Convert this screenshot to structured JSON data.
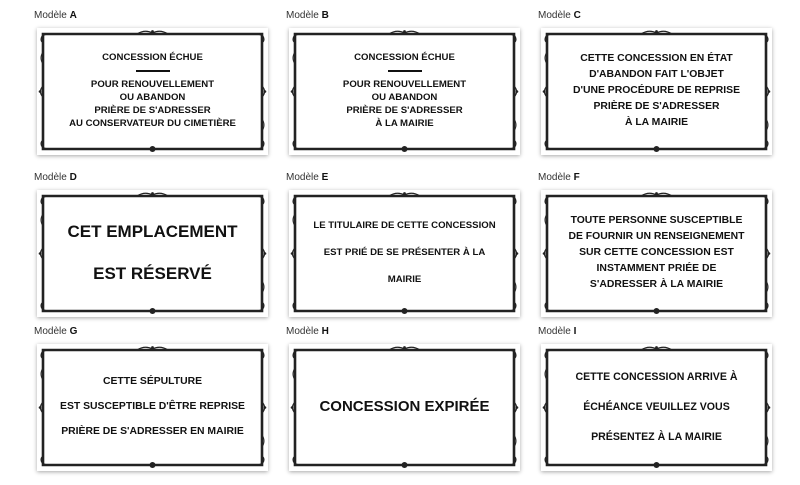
{
  "caption_prefix": "Modèle",
  "models": [
    {
      "letter": "A",
      "lines": [
        "CONCESSION ÉCHUE",
        "POUR RENOUVELLEMENT",
        "OU ABANDON",
        "PRIÈRE DE S'ADRESSER",
        "AU CONSERVATEUR DU CIMETIÈRE"
      ]
    },
    {
      "letter": "B",
      "lines": [
        "CONCESSION ÉCHUE",
        "POUR RENOUVELLEMENT",
        "OU ABANDON",
        "PRIÈRE DE S'ADRESSER",
        "À LA MAIRIE"
      ]
    },
    {
      "letter": "C",
      "lines": [
        "CETTE CONCESSION EN ÉTAT",
        "D'ABANDON FAIT L'OBJET",
        "D'UNE PROCÉDURE DE REPRISE",
        "PRIÈRE DE S'ADRESSER",
        "À LA MAIRIE"
      ]
    },
    {
      "letter": "D",
      "lines": [
        "CET EMPLACEMENT",
        "EST RÉSERVÉ"
      ]
    },
    {
      "letter": "E",
      "lines": [
        "LE TITULAIRE DE CETTE CONCESSION",
        "EST PRIÉ DE SE PRÉSENTER À LA",
        "MAIRIE"
      ]
    },
    {
      "letter": "F",
      "lines": [
        "TOUTE PERSONNE SUSCEPTIBLE",
        "DE FOURNIR UN RENSEIGNEMENT",
        "SUR CETTE CONCESSION EST",
        "INSTAMMENT PRIÉE DE",
        "S'ADRESSER À LA MAIRIE"
      ]
    },
    {
      "letter": "G",
      "lines": [
        "CETTE SÉPULTURE",
        "EST SUSCEPTIBLE D'ÊTRE REPRISE",
        "PRIÈRE DE S'ADRESSER EN MAIRIE"
      ]
    },
    {
      "letter": "H",
      "lines": [
        "CONCESSION EXPIRÉE"
      ]
    },
    {
      "letter": "I",
      "lines": [
        "CETTE CONCESSION ARRIVE À",
        "ÉCHÉANCE VEUILLEZ VOUS",
        "PRÉSENTEZ À LA MAIRIE"
      ]
    }
  ]
}
